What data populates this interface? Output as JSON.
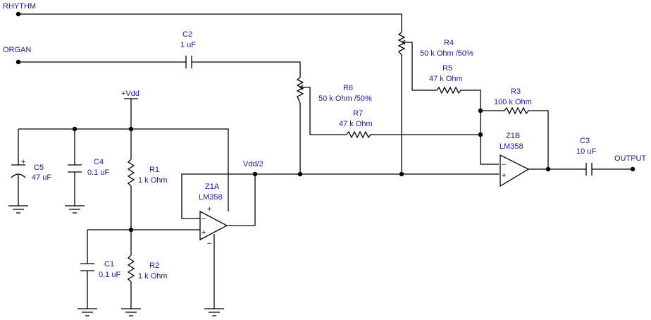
{
  "inputs": {
    "rhythm": "RHYTHM",
    "organ": "ORGAN"
  },
  "output": "OUTPUT",
  "rails": {
    "vdd": "+Vdd",
    "vdd_half": "Vdd/2"
  },
  "components": {
    "c2": {
      "ref": "C2",
      "value": "1 uF"
    },
    "r4": {
      "ref": "R4",
      "value": "50 k Ohm /50%"
    },
    "r5": {
      "ref": "R5",
      "value": "47 k Ohm"
    },
    "r6": {
      "ref": "R6",
      "value": "50 k Ohm /50%"
    },
    "r7": {
      "ref": "R7",
      "value": "47 k Ohm"
    },
    "r3": {
      "ref": "R3",
      "value": "100 k Ohm"
    },
    "c5": {
      "ref": "C5",
      "value": "47 uF"
    },
    "c4": {
      "ref": "C4",
      "value": "0.1 uF"
    },
    "r1": {
      "ref": "R1",
      "value": "1 k Ohm"
    },
    "r2": {
      "ref": "R2",
      "value": "1 k Ohm"
    },
    "c1": {
      "ref": "C1",
      "value": "0.1 uF"
    },
    "c3": {
      "ref": "C3",
      "value": "10 uF"
    },
    "z1a": {
      "ref": "Z1A",
      "value": "LM358"
    },
    "z1b": {
      "ref": "Z1B",
      "value": "LM358"
    }
  },
  "pins": {
    "plus": "+",
    "minus": "–"
  }
}
